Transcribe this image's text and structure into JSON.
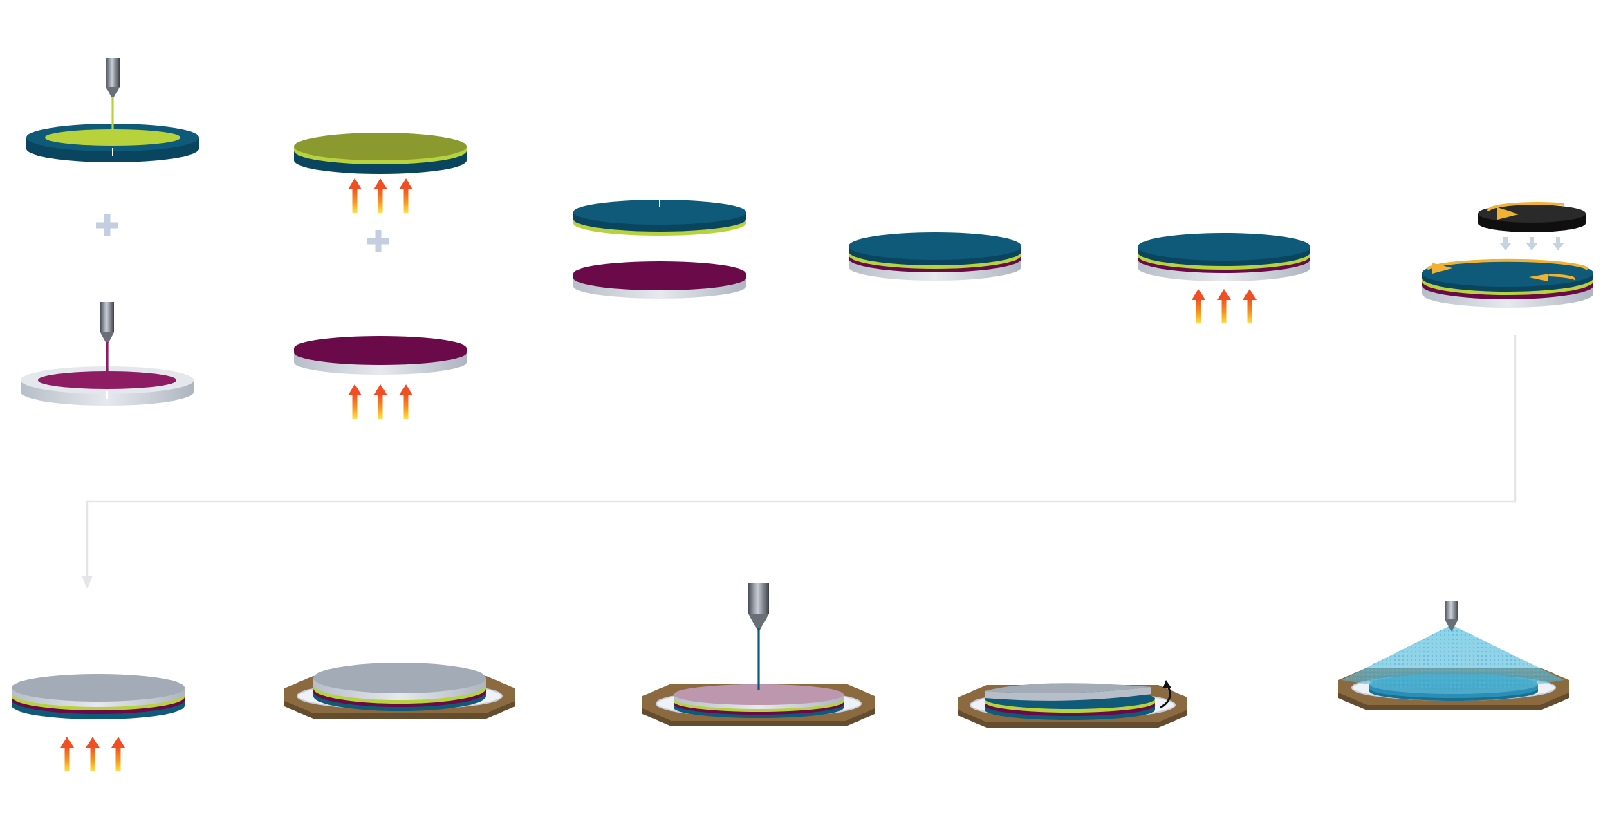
{
  "colors": {
    "teal": "#0f5a78",
    "teal_dark": "#0a4560",
    "lime": "#b8d23c",
    "olive": "#8a9a2e",
    "magenta": "#6b0a48",
    "magenta_light": "#8c1a62",
    "silver": "#d6dbe2",
    "silver_top": "#a3abb7",
    "chuck": "#1c1c1c",
    "wood": "#8b6a40",
    "heat_top": "#f04e23",
    "heat_bottom": "#fde047",
    "flow_arrow": "#ffffff",
    "rotation": "#f0b232",
    "press_arrow": "#c5d3e3",
    "connector": "#e3e5e8"
  },
  "icons": {
    "plus": "plus-icon",
    "heat": "heat-arrow-icon",
    "nozzle": "dispensing-nozzle-icon",
    "rotation": "rotation-arrow-icon",
    "press": "press-arrow-icon",
    "peel": "peel-arrow-icon",
    "spray": "spray-cone-icon"
  },
  "steps": [
    {
      "id": "dispense-teal-lime"
    },
    {
      "id": "dispense-silver-magenta"
    },
    {
      "id": "heat-olive-coated-disk"
    },
    {
      "id": "heat-magenta-coated-disk"
    },
    {
      "id": "align-disks"
    },
    {
      "id": "stacked-disks"
    },
    {
      "id": "heat-stack"
    },
    {
      "id": "rotational-bonding"
    },
    {
      "id": "heat-bonded-stack"
    },
    {
      "id": "mount-on-fixture"
    },
    {
      "id": "laser-cut"
    },
    {
      "id": "peel-off"
    },
    {
      "id": "spray-coating"
    }
  ]
}
